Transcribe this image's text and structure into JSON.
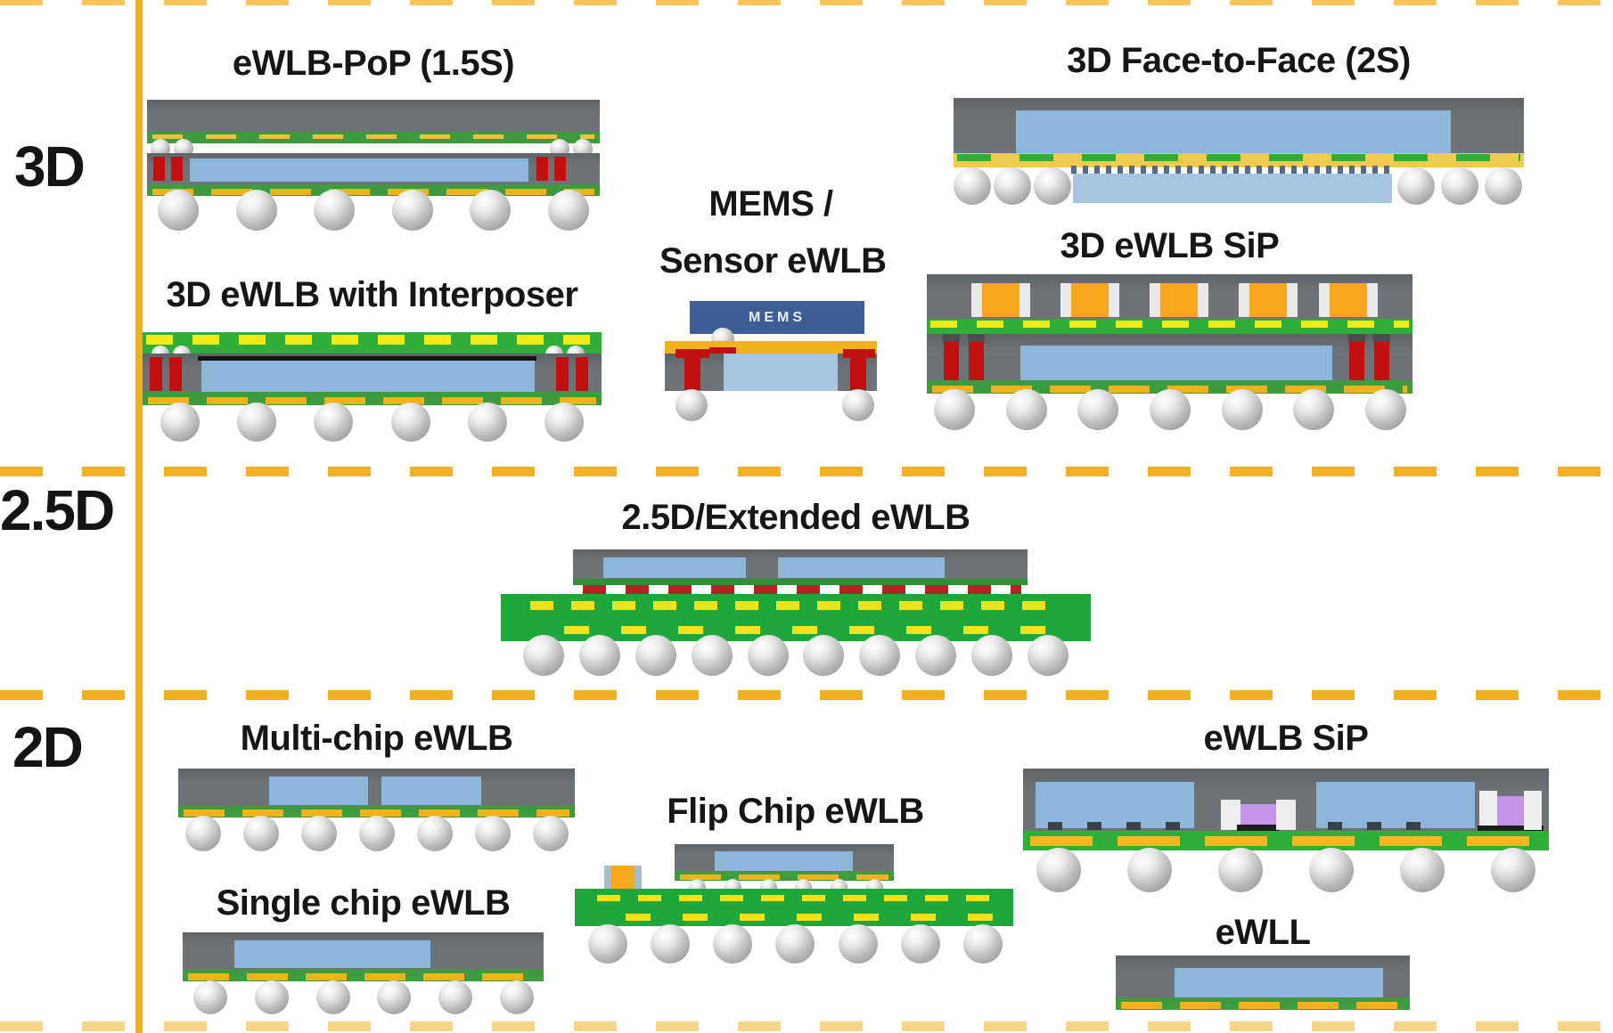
{
  "axis": {
    "sections": [
      {
        "id": "3d",
        "label": "3D"
      },
      {
        "id": "2.5d",
        "label": "2.5D"
      },
      {
        "id": "2d",
        "label": "2D"
      }
    ],
    "accent_color": "#F2B124"
  },
  "diagrams": {
    "ewlb_pop": {
      "title": "eWLB-PoP (1.5S)"
    },
    "f2f": {
      "title": "3D Face-to-Face (2S)"
    },
    "mems": {
      "title_line1": "MEMS /",
      "title_line2": "Sensor eWLB",
      "chip_label": "MEMS"
    },
    "interposer": {
      "title": "3D eWLB with Interposer"
    },
    "sip3d": {
      "title": "3D eWLB SiP"
    },
    "extended": {
      "title": "2.5D/Extended eWLB"
    },
    "multichip": {
      "title": "Multi-chip eWLB"
    },
    "flipchip": {
      "title": "Flip Chip eWLB"
    },
    "sip2d": {
      "title": "eWLB SiP"
    },
    "singlechip": {
      "title": "Single chip eWLB"
    },
    "ewll": {
      "title": "eWLL"
    }
  },
  "colors": {
    "accent_orange": "#F2B124",
    "mold_gray": "#6d7377",
    "die_blue": "#8db7da",
    "die_blue_light": "#a5c5e3",
    "pcb_green": "#1ea73b",
    "rdl_green": "#3f9b40",
    "trace_yellow": "#f3e11c",
    "pad_orange": "#f2b21e",
    "via_red": "#c01010",
    "mems_blue": "#3c5e95",
    "component_orange": "#f5a81e",
    "component_purple": "#c294ea",
    "ball_silver": "#bcbcbc"
  }
}
